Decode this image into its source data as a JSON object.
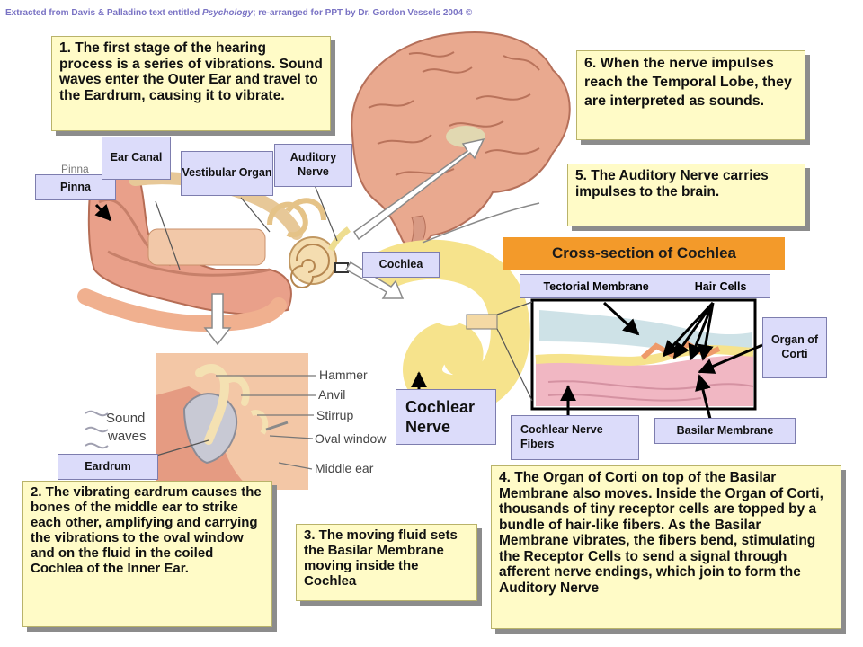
{
  "credit": {
    "prefix": "Extracted from Davis & Palladino text entitled ",
    "book": "Psychology",
    "suffix": "; re-arranged for PPT by Dr. Gordon Vessels  2004 ©"
  },
  "steps": {
    "s1": "1. The first stage of the hearing process is a series of vibrations. Sound waves enter the Outer Ear and travel to the Eardrum, causing it to vibrate.",
    "s2": "2. The vibrating eardrum causes the bones of the middle ear to strike each other, amplifying and carrying the vibrations to the oval window and on the fluid in the coiled Cochlea of the Inner Ear.",
    "s3": "3. The moving fluid sets the Basilar Membrane moving inside the Cochlea",
    "s4": "4. The Organ of Corti on top of the Basilar Membrane also moves.  Inside the Organ of Corti, thousands of tiny receptor cells are topped by a bundle of hair-like fibers.  As the Basilar Membrane vibrates, the fibers bend, stimulating the Receptor Cells to send a signal through afferent nerve endings, which join to form the Auditory Nerve",
    "s5": "5. The Auditory Nerve carries impulses to the brain.",
    "s6": "6. When the nerve impulses reach the Temporal Lobe, they are interpreted as sounds."
  },
  "labels": {
    "pinna": "Pinna",
    "ear_canal": "Ear Canal",
    "vestibular_organ": "Vestibular Organ",
    "auditory_nerve": "Auditory Nerve",
    "cochlea": "Cochlea",
    "eardrum": "Eardrum",
    "cochlear_nerve": "Cochlear Nerve",
    "cochlear_nerve_fibers": "Cochlear Nerve Fibers",
    "basilar_membrane": "Basilar Membrane",
    "organ_of_corti": "Organ of Corti",
    "tectorial_membrane": "Tectorial Membrane",
    "hair_cells": "Hair Cells",
    "cross_section_title": "Cross-section of Cochlea"
  },
  "figure_labels": {
    "pinna": "Pinna",
    "hammer": "Hammer",
    "anvil": "Anvil",
    "stirrup": "Stirrup",
    "oval_window": "Oval window",
    "middle_ear": "Middle ear",
    "sound": "Sound",
    "waves": "waves"
  },
  "colors": {
    "step_box": "#fffbc7",
    "label_box": "#dcdcfa",
    "title_bar": "#f39a2a",
    "credit_text": "#7a73c4"
  }
}
